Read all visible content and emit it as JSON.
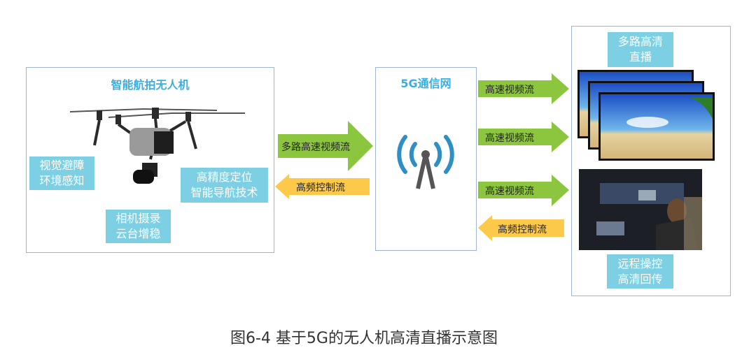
{
  "drone_panel": {
    "title": "智能航拍无人机",
    "labels": [
      [
        "视觉避障",
        "环境感知"
      ],
      [
        "高精度定位",
        "智能导航技术"
      ],
      [
        "相机摄录",
        "云台增稳"
      ]
    ]
  },
  "network_panel": {
    "title": "5G通信网"
  },
  "left_arrows": {
    "video": "多路高速视频流",
    "control": "高频控制流"
  },
  "right_arrows": {
    "video": [
      "高速视频流",
      "高速视频流",
      "高速视频流"
    ],
    "control": "高频控制流"
  },
  "receiver_panel": {
    "top_label": [
      "多路高清",
      "直播"
    ],
    "bottom_label": [
      "远程操控",
      "高清回传"
    ]
  },
  "caption": "图6-4  基于5G的无人机高清直播示意图",
  "colors": {
    "label_bg": "#7dd0e4",
    "green_arrow": "#8cc63f",
    "yellow_arrow": "#fcc94a",
    "title": "#3aaee0",
    "border": "#9fb4d6"
  }
}
